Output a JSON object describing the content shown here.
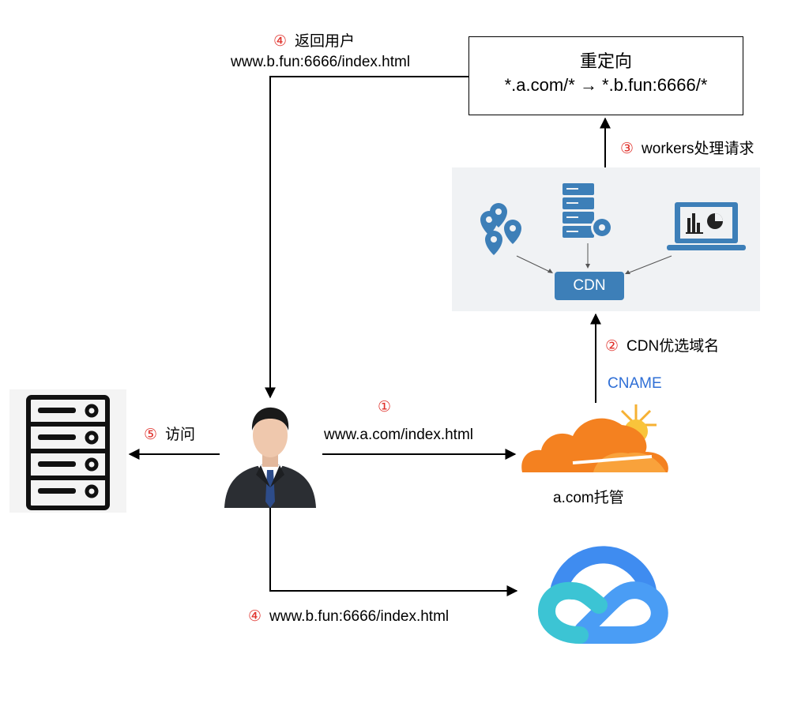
{
  "redirect": {
    "title": "重定向",
    "rule": "*.a.com/* → *.b.fun:6666/*"
  },
  "steps": {
    "return_user": {
      "num": "④",
      "label": "返回用户",
      "url": "www.b.fun:6666/index.html"
    },
    "workers": {
      "num": "③",
      "label": "workers处理请求"
    },
    "cdn_select": {
      "num": "②",
      "label": "CDN优选域名"
    },
    "cname": "CNAME",
    "request": {
      "num": "①",
      "url": "www.a.com/index.html"
    },
    "access": {
      "num": "⑤",
      "label": "访问"
    },
    "visit_origin": {
      "num": "④",
      "url": "www.b.fun:6666/index.html"
    }
  },
  "cdn_panel": {
    "badge": "CDN"
  },
  "cloudflare": {
    "caption": "a.com托管"
  },
  "colors": {
    "step_number": "#e0302a",
    "cname": "#2f6fd6",
    "cdn_badge": "#3d7fb8",
    "cloudflare_orange": "#f48120",
    "tencent_blue": "#3f8cf0",
    "tencent_cyan": "#3cc4d4"
  },
  "icons": [
    "server-rack-icon",
    "user-avatar-icon",
    "cloudflare-logo-icon",
    "tencent-cloud-logo-icon",
    "map-pins-icon",
    "server-gear-icon",
    "laptop-chart-icon"
  ]
}
